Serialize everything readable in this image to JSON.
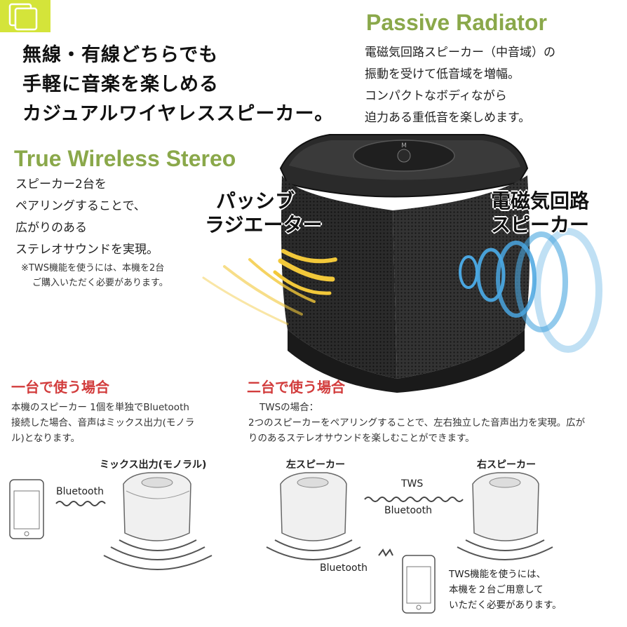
{
  "headline": {
    "line1": "無線・有線どちらでも",
    "line2": "手軽に音楽を楽しめる",
    "line3": "カジュアルワイヤレススピーカー。"
  },
  "passive_radiator": {
    "title": "Passive Radiator",
    "lines": [
      "電磁気回路スピーカー（中音域）の",
      "振動を受けて低音域を増幅。",
      "コンパクトなボディながら",
      "迫力ある重低音を楽しめます。"
    ]
  },
  "tws": {
    "title": "True Wireless Stereo",
    "lines": [
      "スピーカー2台を",
      "ペアリングすることで、",
      "広がりのある",
      "ステレオサウンドを実現。"
    ],
    "note_line1": "※TWS機能を使うには、本機を2台",
    "note_line2": "ご購入いただく必要があります。"
  },
  "callouts": {
    "left_line1": "パッシブ",
    "left_line2": "ラジエーター",
    "right_line1": "電磁気回路",
    "right_line2": "スピーカー"
  },
  "speaker_button_label": "M",
  "single": {
    "title": "一台で使う場合",
    "desc_line1": "本機のスピーカー 1個を単独でBluetooth",
    "desc_line2": "接続した場合、音声はミックス出力(モノラ",
    "desc_line3": "ル)となります。",
    "speaker_label": "ミックス出力(モノラル)",
    "link_label": "Bluetooth"
  },
  "double": {
    "title": "二台で使う場合",
    "desc_line1": "TWSの場合：",
    "desc_line2": "2つのスピーカーをペアリングすることで、左右独立した音声出力を実現。広が",
    "desc_line3": "りのあるステレオサウンドを楽しむことができます。",
    "left_label": "左スピーカー",
    "right_label": "右スピーカー",
    "tws_label": "TWS",
    "tws_link_label": "Bluetooth",
    "phone_link_label": "Bluetooth",
    "note_line1": "TWS機能を使うには、",
    "note_line2": "本機を２台ご用意して",
    "note_line3": "いただく必要があります。"
  },
  "colors": {
    "accent_green": "#8aa84a",
    "badge_lime": "#d4e43a",
    "red_title": "#d23c3c",
    "wave_yellow": "#f2c83a",
    "wave_blue": "#4aa6e0"
  }
}
